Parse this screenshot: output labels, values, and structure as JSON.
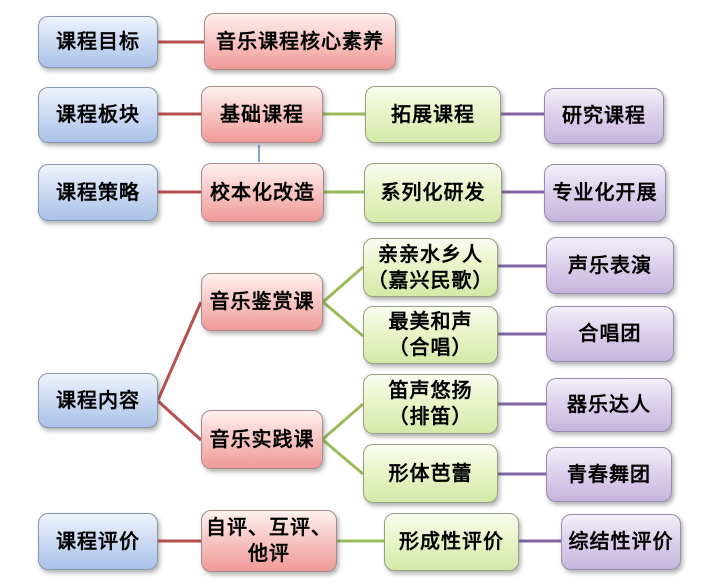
{
  "palette": {
    "connector_red": "#b5504c",
    "connector_green": "#9bbb59",
    "connector_purple": "#8064a2",
    "connector_blue": "#7da7d9",
    "fill_blue_bottom": "#a9c2e8",
    "fill_pink_bottom": "#f09a97",
    "fill_green_bottom": "#d6e8a8",
    "fill_purple_bottom": "#c6b6df"
  },
  "nodes": {
    "goal": {
      "label": "课程目标"
    },
    "core_literacy": {
      "label": "音乐课程核心素养"
    },
    "modules": {
      "label": "课程板块"
    },
    "basic": {
      "label": "基础课程"
    },
    "extended": {
      "label": "拓展课程"
    },
    "research": {
      "label": "研究课程"
    },
    "strategy": {
      "label": "课程策略"
    },
    "school_based": {
      "label": "校本化改造"
    },
    "serialized": {
      "label": "系列化研发"
    },
    "professional": {
      "label": "专业化开展"
    },
    "content": {
      "label": "课程内容"
    },
    "appreciation": {
      "label": "音乐鉴赏课"
    },
    "practice": {
      "label": "音乐实践课"
    },
    "watertown": {
      "label": "亲亲水乡人\n（嘉兴民歌）"
    },
    "harmony": {
      "label": "最美和声\n（合唱）"
    },
    "flute": {
      "label": "笛声悠扬\n（排笛）"
    },
    "ballet": {
      "label": "形体芭蕾"
    },
    "vocal": {
      "label": "声乐表演"
    },
    "choir": {
      "label": "合唱团"
    },
    "instrumental": {
      "label": "器乐达人"
    },
    "dance": {
      "label": "青春舞团"
    },
    "evaluation": {
      "label": "课程评价"
    },
    "self_peer": {
      "label": "自评、互评、\n他评"
    },
    "formative": {
      "label": "形成性评价"
    },
    "summative": {
      "label": "综结性评价"
    }
  }
}
